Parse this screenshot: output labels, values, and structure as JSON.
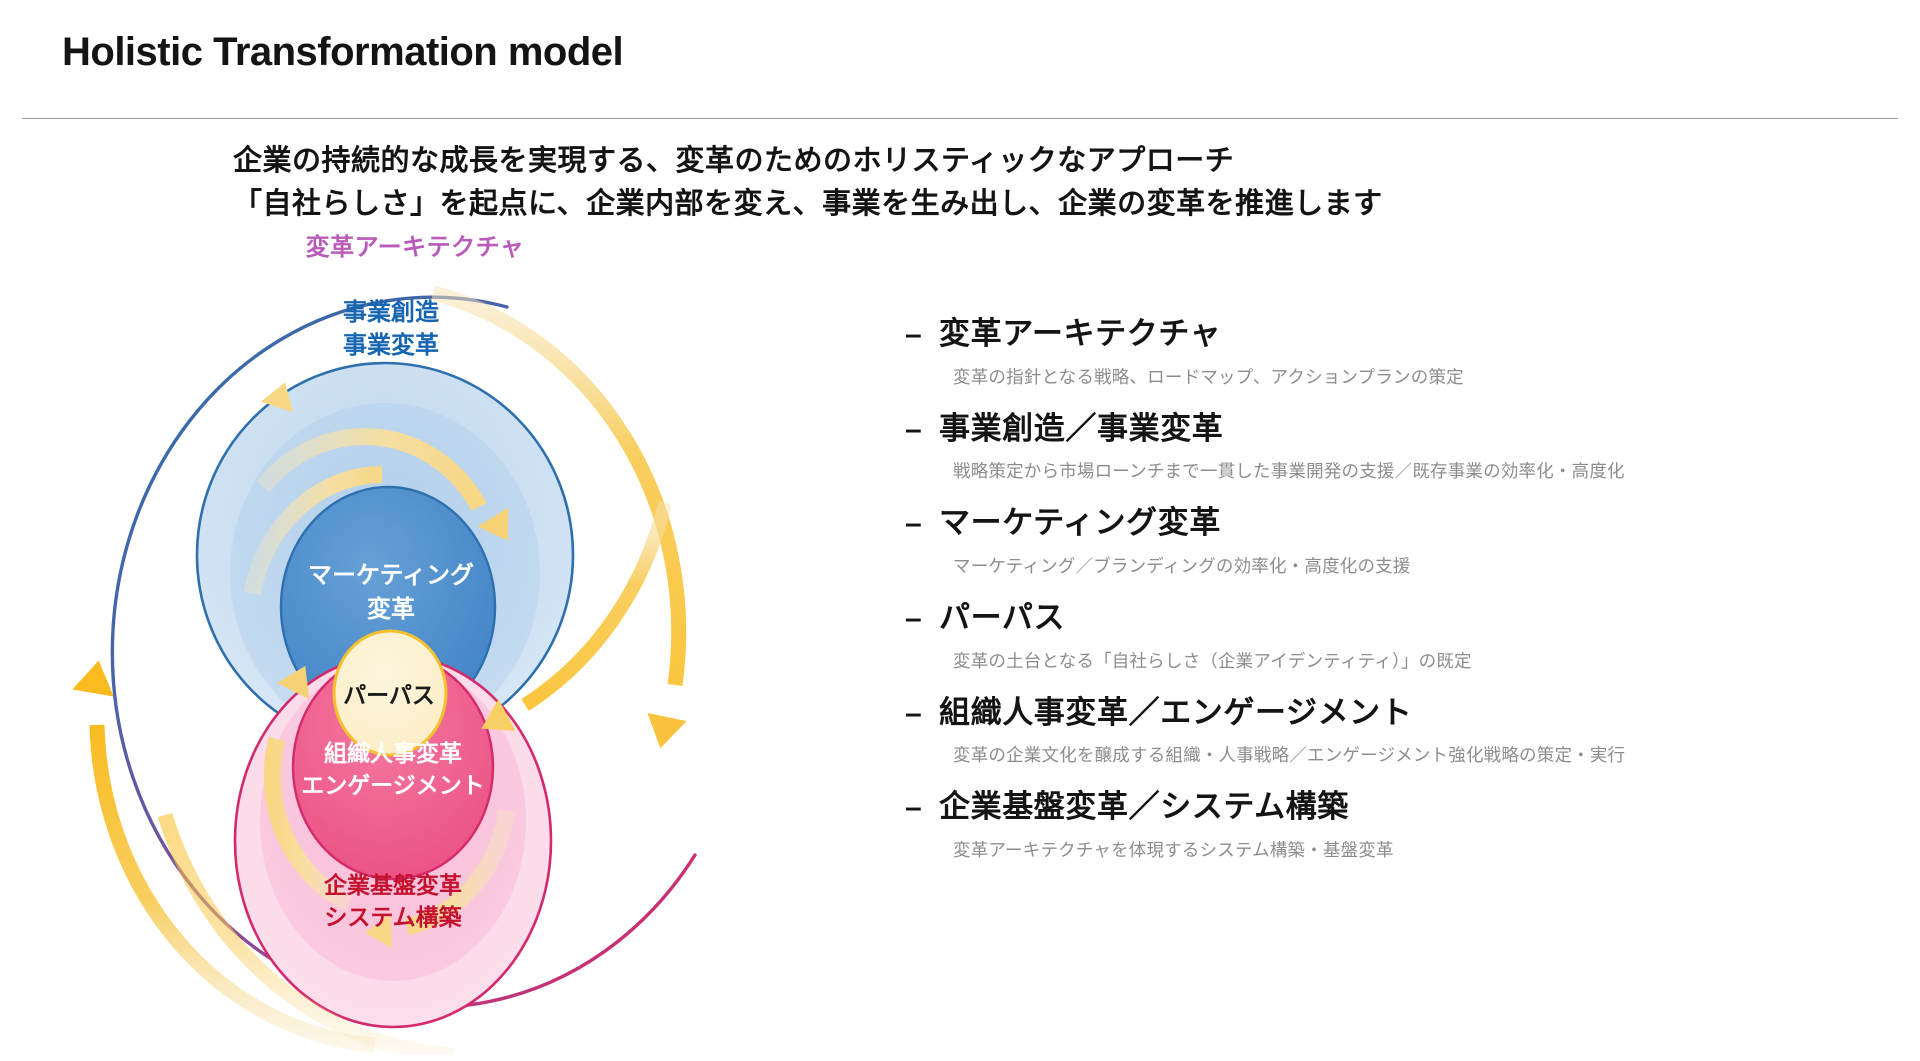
{
  "header": {
    "title": "Holistic Transformation model"
  },
  "subtitle": {
    "line1": "企業の持続的な成長を実現する、変革のためのホリスティックなアプローチ",
    "line2": "「自社らしさ」を起点に、企業内部を変え、事業を生み出し、企業の変革を推進します"
  },
  "diagram": {
    "architecture_label": "変革アーキテクチャ",
    "bubbles": {
      "business_creation_line1": "事業創造",
      "business_creation_line2": "事業変革",
      "marketing_line1": "マーケティング",
      "marketing_line2": "変革",
      "purpose": "パーパス",
      "hr_line1": "組織人事変革",
      "hr_line2": "エンゲージメント",
      "system_line1": "企業基盤変革",
      "system_line2": "システム構築"
    },
    "colors": {
      "architecture_purple": "#b95cb9",
      "outer_ring_purple": "#7a4f9e",
      "outer_ring_blue": "#2e6fad",
      "outer_ring_pink": "#d42a6b",
      "blue_pale": "#cfe0f2",
      "blue_mid": "#b8d3ec",
      "blue_core": "#4f8fce",
      "blue_core_stroke": "#2e6fad",
      "purpose_fill": "#fdf2ce",
      "purpose_stroke": "#f5bf2e",
      "pink_pale": "#fbd6e6",
      "pink_mid": "#f9bcd7",
      "pink_core": "#ee5d8f",
      "pink_core_stroke": "#d42a6b",
      "arrow_yellow": "#f9c23c",
      "arrow_yellow_pale": "#fadf9d",
      "system_text_red": "#c4112f"
    }
  },
  "features": [
    {
      "marker": "–",
      "title": "変革アーキテクチャ",
      "desc": "変革の指針となる戦略、ロードマップ、アクションプランの策定"
    },
    {
      "marker": "–",
      "title": "事業創造／事業変革",
      "desc": "戦略策定から市場ローンチまで一貫した事業開発の支援／既存事業の効率化・高度化"
    },
    {
      "marker": "–",
      "title": "マーケティング変革",
      "desc": "マーケティング／ブランディングの効率化・高度化の支援"
    },
    {
      "marker": "–",
      "title": "パーパス",
      "desc": "変革の土台となる「自社らしさ（企業アイデンティティ）」の既定"
    },
    {
      "marker": "–",
      "title": "組織人事変革／エンゲージメント",
      "desc": "変革の企業文化を醸成する組織・人事戦略／エンゲージメント強化戦略の策定・実行"
    },
    {
      "marker": "–",
      "title": "企業基盤変革／システム構築",
      "desc": "変革アーキテクチャを体現するシステム構築・基盤変革"
    }
  ]
}
